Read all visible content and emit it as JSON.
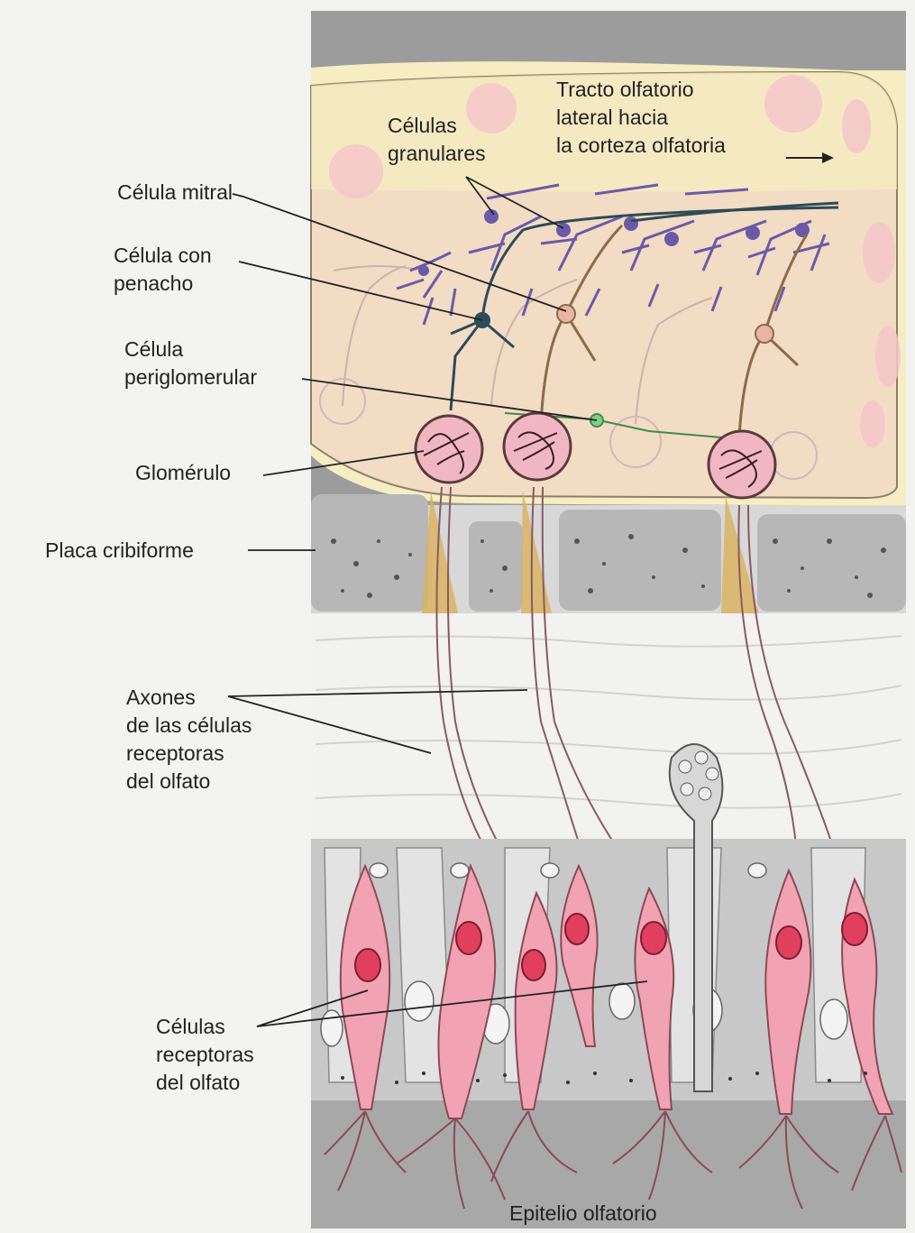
{
  "labels": {
    "granular_cells": [
      "Células",
      "granulares"
    ],
    "olfactory_tract": [
      "Tracto olfatorio",
      "lateral hacia",
      "la corteza olfatoria"
    ],
    "mitral_cell": "Célula mitral",
    "tufted_cell": [
      "Célula con",
      "penacho"
    ],
    "periglomerular_cell": [
      "Célula",
      "periglomerular"
    ],
    "glomerulus": "Glomérulo",
    "cribriform_plate": "Placa cribiforme",
    "axons": [
      "Axones",
      "de las células",
      "receptoras",
      "del olfato"
    ],
    "receptor_cells": [
      "Células",
      "receptoras",
      "del olfato"
    ],
    "epithelium": "Epitelio olfatorio"
  },
  "colors": {
    "bulb_fill": "#f2dcc4",
    "bulb_border": "#f6eec2",
    "bone": "#b7b7b7",
    "receptor_pink": "#f1a3b4",
    "nucleus": "#e0405e",
    "granule_purple": "#6b5aa8",
    "mitral_dark": "#2d4b57",
    "periglomerular_green": "#3e8a4e"
  }
}
